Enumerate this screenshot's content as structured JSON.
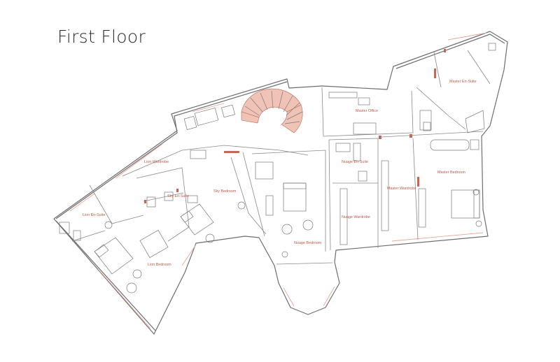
{
  "plan": {
    "title": "First Floor",
    "accent_color": "#c05a44",
    "wall_color": "#6e6e6e",
    "rooms": [
      {
        "label": "Master En-Suite"
      },
      {
        "label": "Master Office"
      },
      {
        "label": "Lion Wardrobe"
      },
      {
        "label": "Nuage En-Suite"
      },
      {
        "label": "Sky En-Suite"
      },
      {
        "label": "Sky Bedroom"
      },
      {
        "label": "Master Bedroom"
      },
      {
        "label": "Master Wardrobe"
      },
      {
        "label": "Lion En-Suite"
      },
      {
        "label": "Nuage Wardrobe"
      },
      {
        "label": "Nuage Bedroom"
      },
      {
        "label": "Lion Bedroom"
      }
    ]
  }
}
